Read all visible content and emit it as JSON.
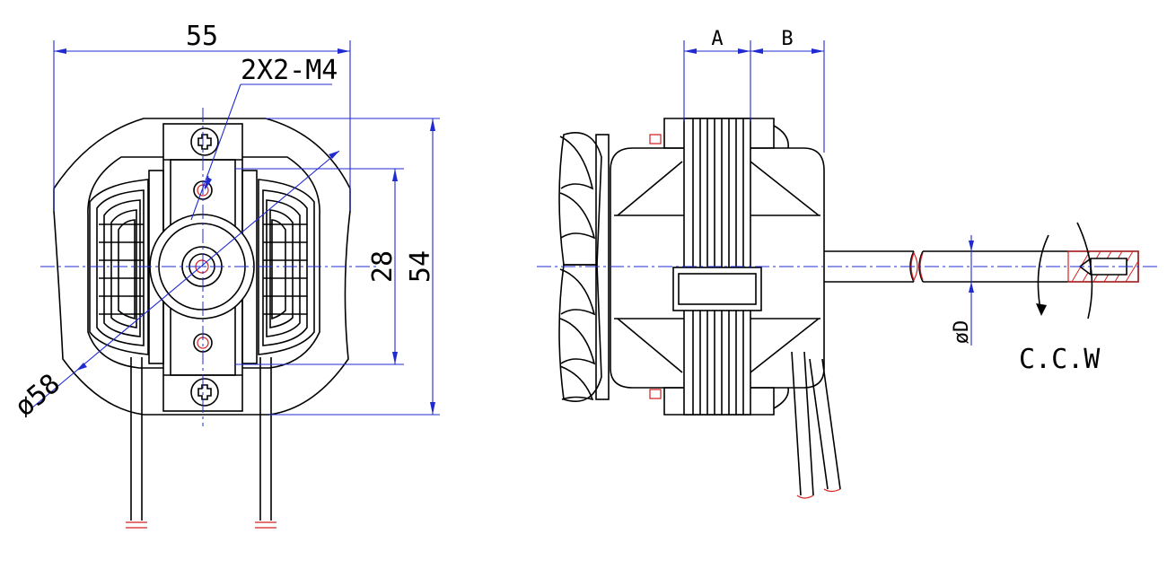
{
  "labels": {
    "width_dim": "55",
    "hole_callout": "2X2-M4",
    "inner_dim": "28",
    "height_dim": "54",
    "diameter_dim": "ø58",
    "stack_a": "A",
    "stack_b": "B",
    "shaft_dia": "øD",
    "rotation": "C.C.W"
  },
  "colors": {
    "outline": "#000000",
    "dimension": "#1f2bd0",
    "hidden_section": "#d42020"
  }
}
